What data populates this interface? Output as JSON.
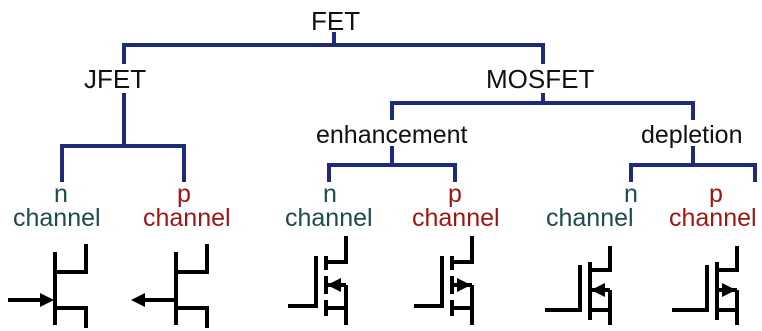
{
  "root": {
    "label": "FET"
  },
  "branches": {
    "jfet": {
      "label": "JFET"
    },
    "mosfet": {
      "label": "MOSFET"
    },
    "enhancement": {
      "label": "enhancement"
    },
    "depletion": {
      "label": "depletion"
    }
  },
  "leaves": [
    {
      "type": "n",
      "word": "channel",
      "device": "JFET"
    },
    {
      "type": "p",
      "word": "channel",
      "device": "JFET"
    },
    {
      "type": "n",
      "word": "channel",
      "device": "enhancement MOSFET"
    },
    {
      "type": "p",
      "word": "channel",
      "device": "enhancement MOSFET"
    },
    {
      "type": "n",
      "word": "channel",
      "device": "depletion MOSFET"
    },
    {
      "type": "p",
      "word": "channel",
      "device": "depletion MOSFET"
    }
  ],
  "colors": {
    "tree_lines": "#1f2a7a",
    "n_channel_text": "#1f4a4f",
    "p_channel_text": "#9e1515",
    "symbols": "#000000"
  }
}
